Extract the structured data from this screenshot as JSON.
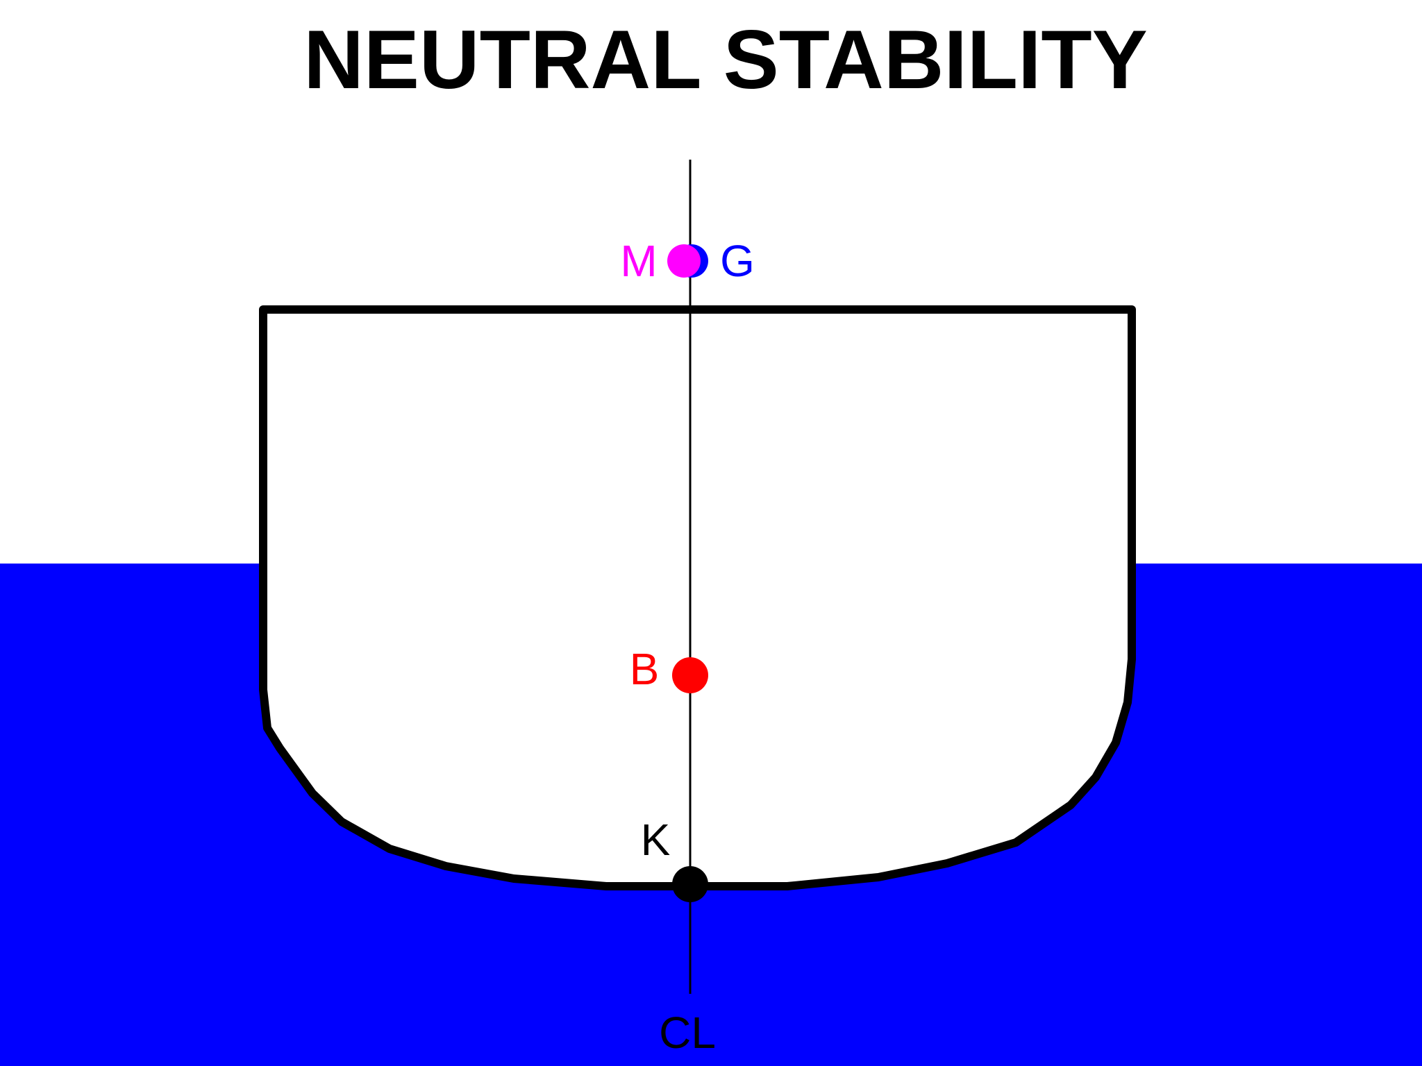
{
  "title": "NEUTRAL STABILITY",
  "points": {
    "M": {
      "label": "M",
      "color": "#ff00ff"
    },
    "G": {
      "label": "G",
      "color": "#0000ff"
    },
    "B": {
      "label": "B",
      "color": "#ff0000"
    },
    "K": {
      "label": "K",
      "color": "#000000"
    }
  },
  "centerline_label": "CL",
  "colors": {
    "water": "#0000ff",
    "hull_fill": "#ffffff",
    "hull_outline": "#000000",
    "centerline": "#000000"
  }
}
